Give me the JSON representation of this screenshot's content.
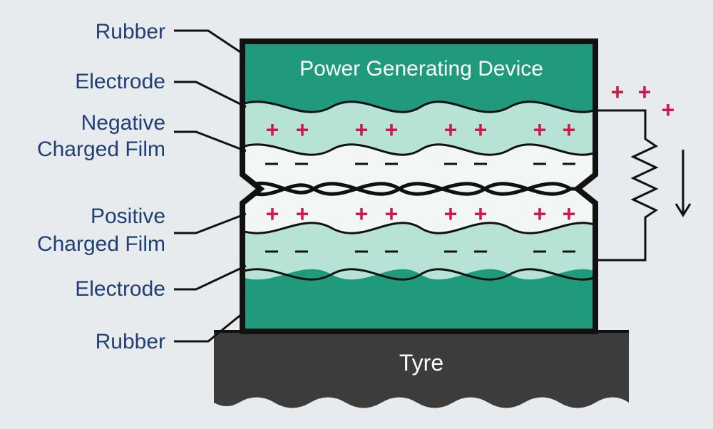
{
  "labels": {
    "rubber_top": "Rubber",
    "electrode_top": "Electrode",
    "negative_film_1": "Negative",
    "negative_film_2": "Charged Film",
    "positive_film_1": "Positive",
    "positive_film_2": "Charged Film",
    "electrode_bottom": "Electrode",
    "rubber_bottom": "Rubber"
  },
  "device_title": "Power Generating Device",
  "tyre_label": "Tyre",
  "charge_symbols": {
    "positive": "+",
    "negative": "–"
  },
  "colors": {
    "background": "#e8ebed",
    "rubber": "#1f9a7c",
    "electrode": "#b7e3d7",
    "film": "#f2f6f5",
    "tyre": "#3c3c3c",
    "label_text": "#1f3f78",
    "positive_charge": "#d0174a",
    "outline": "#111111"
  }
}
